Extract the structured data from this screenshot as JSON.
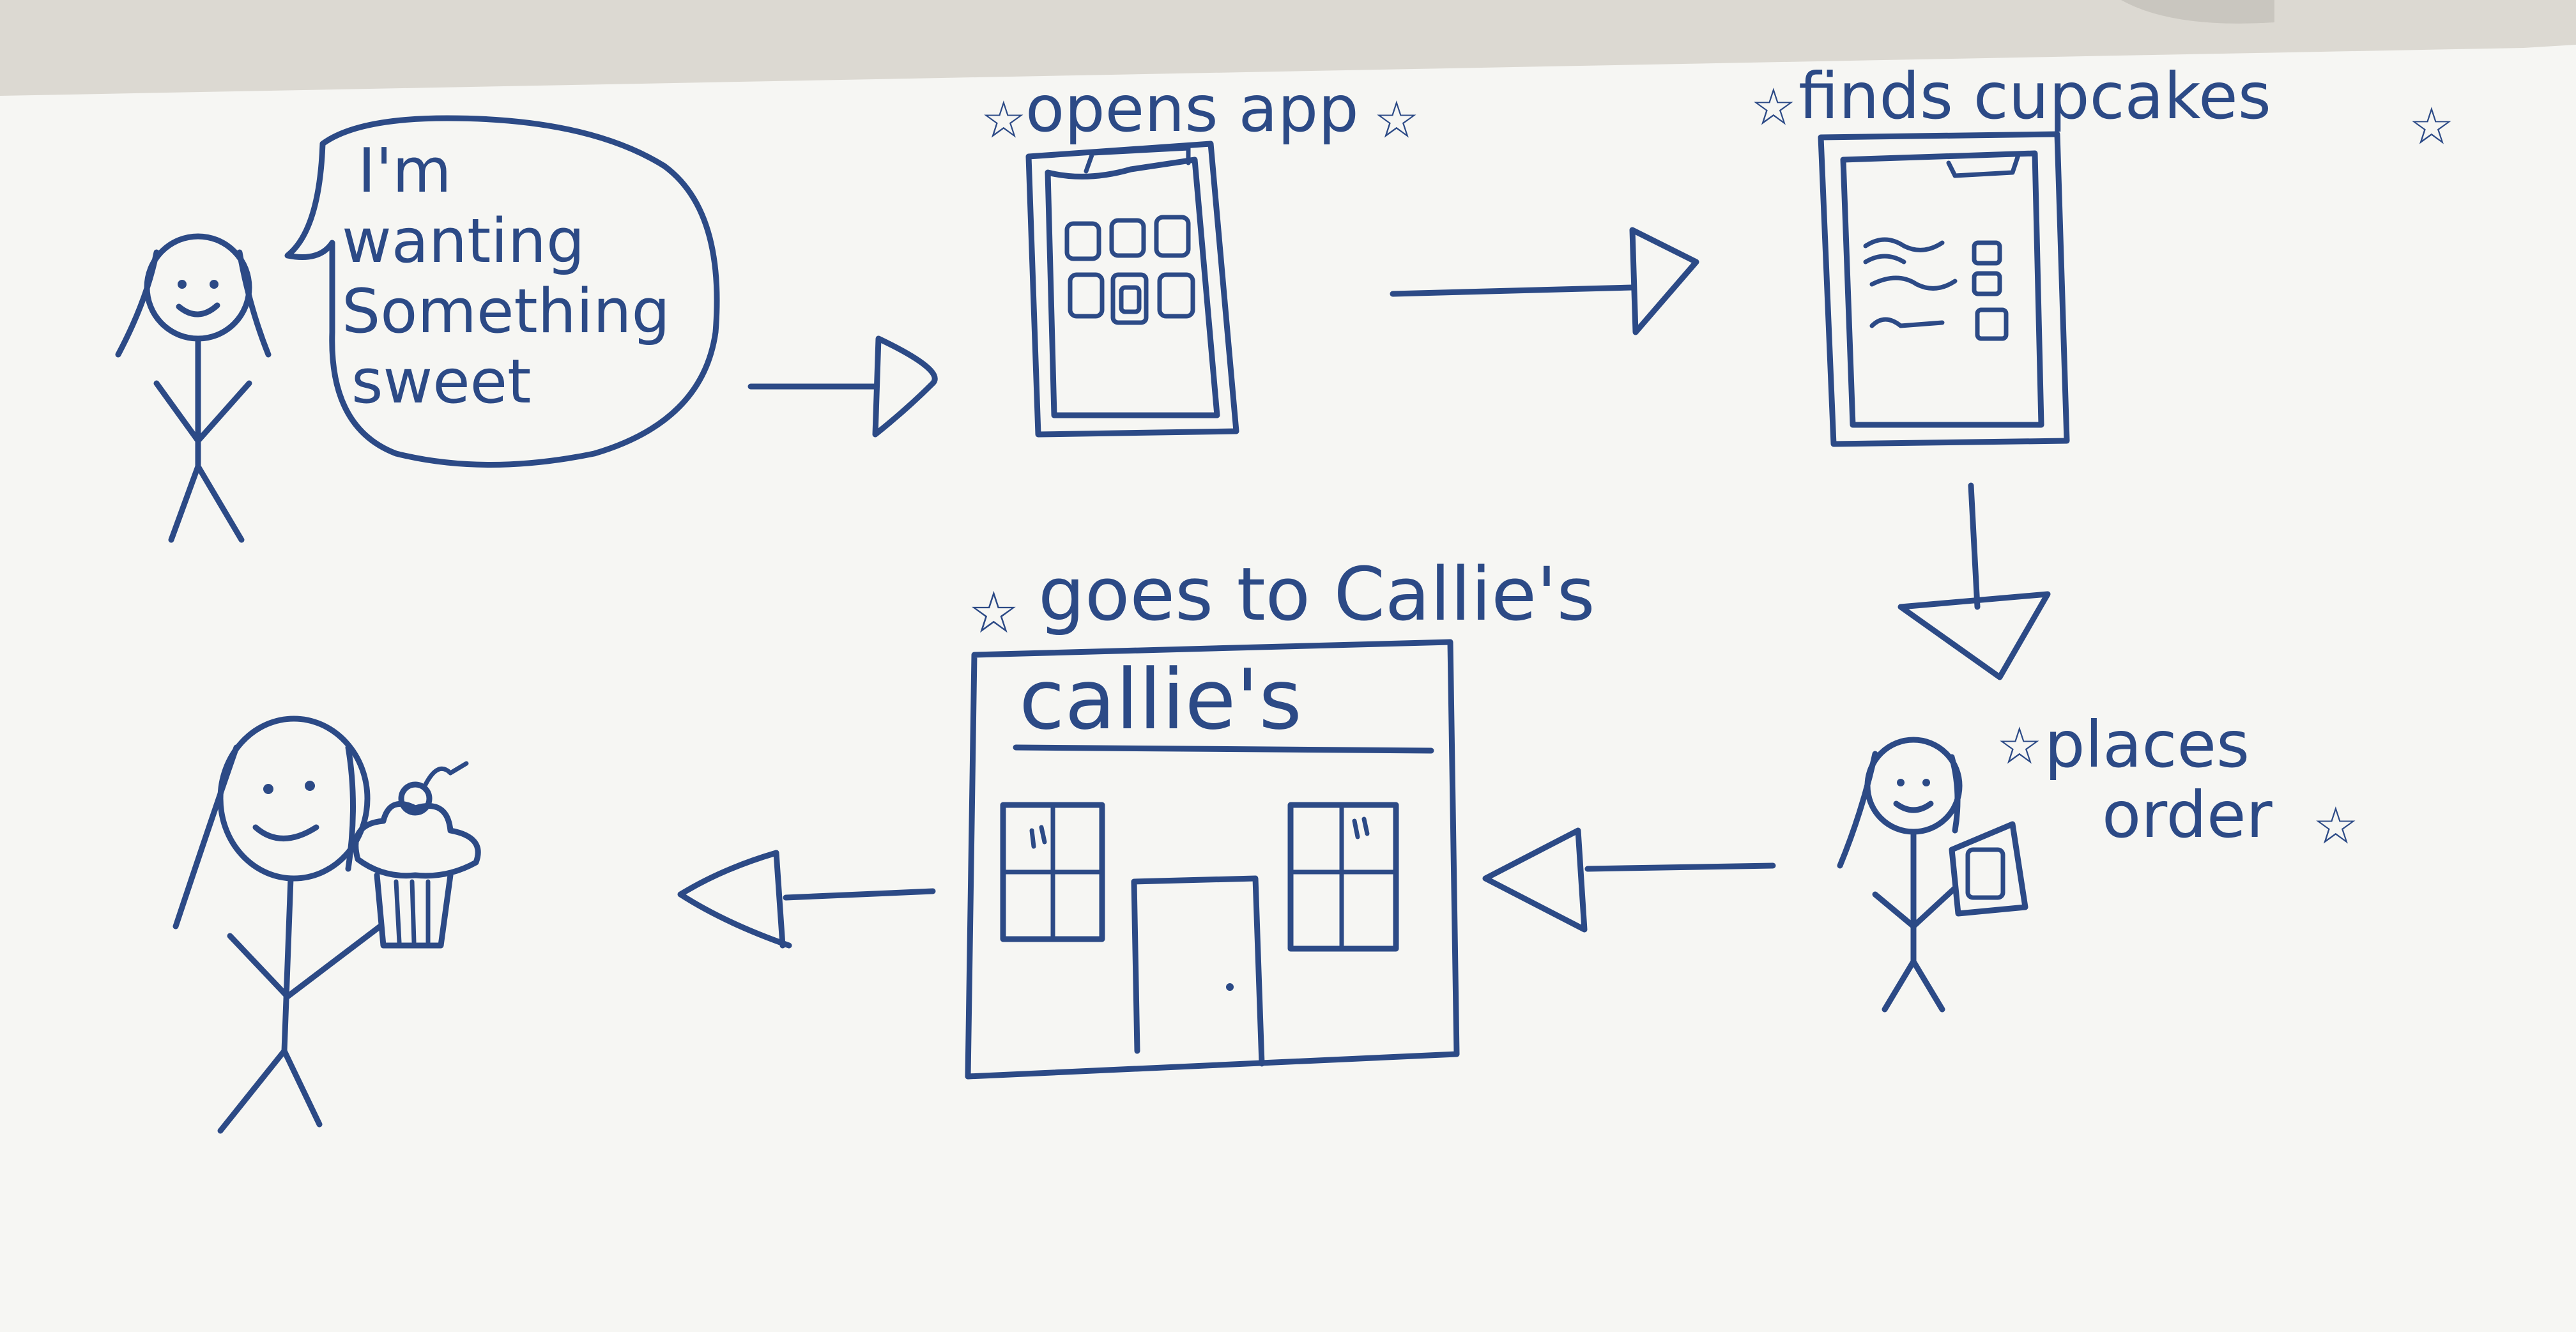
{
  "diagram": {
    "speech_bubble": {
      "line1": "I'm",
      "line2": "wanting",
      "line3": "Something",
      "line4": "sweet"
    },
    "steps": {
      "opens_app": "opens app",
      "finds_cupcakes": "finds cupcakes",
      "places_order_line1": "places",
      "places_order_line2": "order",
      "goes_to": "goes to Callie's"
    },
    "store_sign": "callie's",
    "star_glyph": "☆"
  },
  "colors": {
    "ink": "#2c4a86",
    "paper": "#f6f6f3",
    "background": "#dcd9d2"
  }
}
